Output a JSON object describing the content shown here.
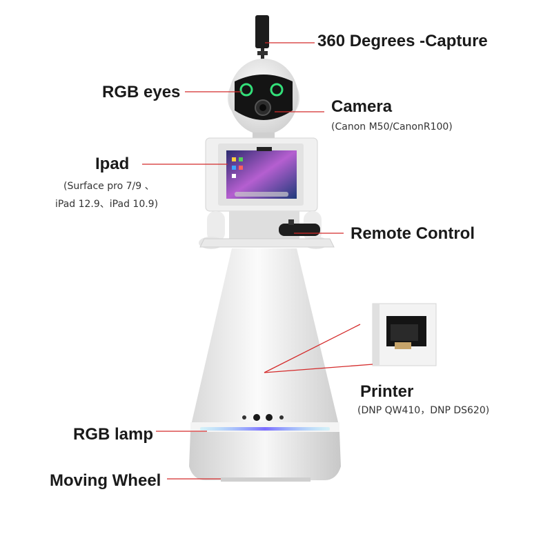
{
  "colors": {
    "leader_line": "#d42a2a",
    "robot_body": "#f1f1f1",
    "robot_shadow": "#d6d6d6",
    "eye_glow": "#33e07a",
    "lamp_glow": "#7b6cff",
    "text": "#1a1a1a"
  },
  "labels": {
    "capture": "360 Degrees -Capture",
    "rgb_eyes": "RGB eyes",
    "camera": "Camera",
    "camera_models": "(Canon M50/CanonR100)",
    "ipad": "Ipad",
    "ipad_models_1": "(Surface pro 7/9 、",
    "ipad_models_2": "iPad 12.9、iPad 10.9)",
    "remote_control": "Remote Control",
    "printer": "Printer",
    "printer_models": "(DNP QW410，DNP DS620)",
    "rgb_lamp": "RGB lamp",
    "moving_wheel": "Moving Wheel"
  }
}
